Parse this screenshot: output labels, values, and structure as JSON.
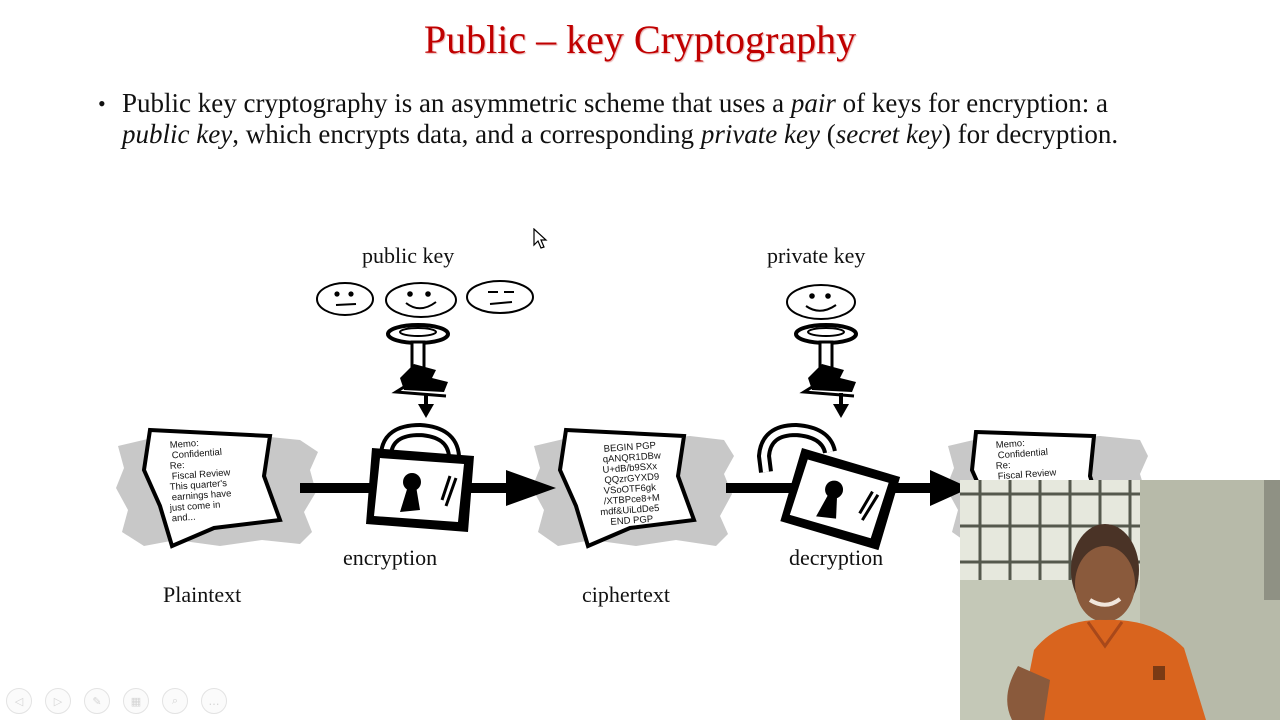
{
  "slide": {
    "title": "Public – key Cryptography",
    "bullet_marker": "•",
    "bullet_segments": [
      {
        "text": "Public key cryptography is an asymmetric scheme that uses a ",
        "italic": false
      },
      {
        "text": "pair",
        "italic": true
      },
      {
        "text": " of keys for encryption: a ",
        "italic": false
      },
      {
        "text": "public key",
        "italic": true
      },
      {
        "text": ", which encrypts data, and a corresponding ",
        "italic": false
      },
      {
        "text": "private key",
        "italic": true
      },
      {
        "text": " (",
        "italic": false
      },
      {
        "text": "secret key",
        "italic": true
      },
      {
        "text": ") for decryption.",
        "italic": false
      }
    ]
  },
  "diagram": {
    "public_key_label": "public key",
    "private_key_label": "private key",
    "encryption_label": "encryption",
    "decryption_label": "decryption",
    "plaintext_label": "Plaintext",
    "ciphertext_label": "ciphertext",
    "plaintext_doc_lines": [
      "Memo:",
      "Confidential",
      "Re:",
      "Fiscal Review",
      "This quarter's",
      "earnings have",
      "just come in",
      "and..."
    ],
    "ciphertext_doc_lines": [
      "BEGIN PGP",
      "qANQR1DBw",
      "U+dB/b9SXx",
      "QQzrGYXD9",
      "VSoOTF6gk",
      "/XTBPce8+M",
      "mdf&UiLdDe5",
      "END PGP"
    ],
    "result_doc_lines": [
      "Memo:",
      "Confidential",
      "Re:",
      "Fiscal Review"
    ]
  },
  "controls": [
    {
      "name": "previous-slide",
      "glyph": "◁"
    },
    {
      "name": "next-slide",
      "glyph": "▷"
    },
    {
      "name": "pen",
      "glyph": "✎"
    },
    {
      "name": "slide-sorter",
      "glyph": "▦"
    },
    {
      "name": "zoom",
      "glyph": "⌕"
    },
    {
      "name": "more-options",
      "glyph": "…"
    }
  ],
  "colors": {
    "title": "#c00000",
    "shadow_blob": "#c8c8c8",
    "camera_shirt": "#d9641e"
  }
}
